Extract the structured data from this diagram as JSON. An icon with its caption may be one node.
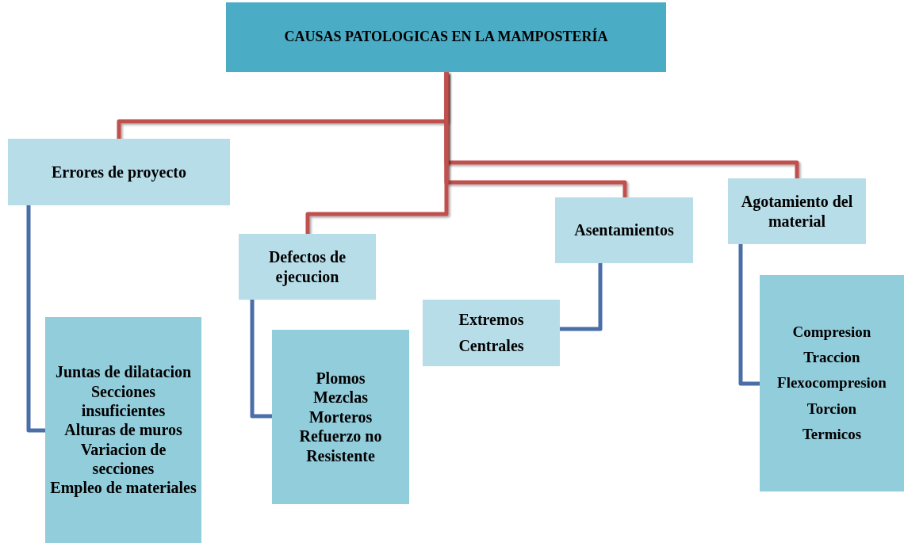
{
  "diagram": {
    "nodes": [
      {
        "text": [
          "CAUSAS PATOLOGICAS EN LA MAMPOSTERÍA"
        ]
      },
      {
        "text": [
          "Errores de proyecto"
        ]
      },
      {
        "text": [
          "Defectos de ejecucion"
        ]
      },
      {
        "text": [
          "Asentamientos"
        ]
      },
      {
        "text": [
          "Agotamiento del material"
        ]
      },
      {
        "text": [
          "Juntas de dilatacion",
          "Secciones insuficientes",
          "Alturas de muros",
          "Variacion de secciones",
          "Empleo de materiales"
        ]
      },
      {
        "text": [
          "Plomos",
          "Mezclas",
          "Morteros",
          "Refuerzo no Resistente"
        ]
      },
      {
        "text": [
          "Extremos",
          "Centrales"
        ]
      },
      {
        "text": [
          "Compresion",
          "Traccion",
          "Flexocompresion",
          "Torcion",
          "Termicos"
        ]
      }
    ],
    "edges": [
      {
        "from": 0,
        "to": 1,
        "arrow": "none"
      },
      {
        "from": 0,
        "to": 4,
        "arrow": "none"
      },
      {
        "from": 0,
        "to": 3,
        "arrow": "none"
      },
      {
        "from": 0,
        "to": 2,
        "arrow": "none"
      },
      {
        "from": 1,
        "to": 5,
        "arrow": "none",
        "color": "#4a6fa8"
      },
      {
        "from": 2,
        "to": 6,
        "arrow": "none",
        "color": "#4a6fa8"
      },
      {
        "from": 3,
        "to": 7,
        "arrow": "none",
        "color": "#4a6fa8"
      },
      {
        "from": 4,
        "to": 8,
        "arrow": "none",
        "color": "#4a6fa8"
      }
    ]
  }
}
